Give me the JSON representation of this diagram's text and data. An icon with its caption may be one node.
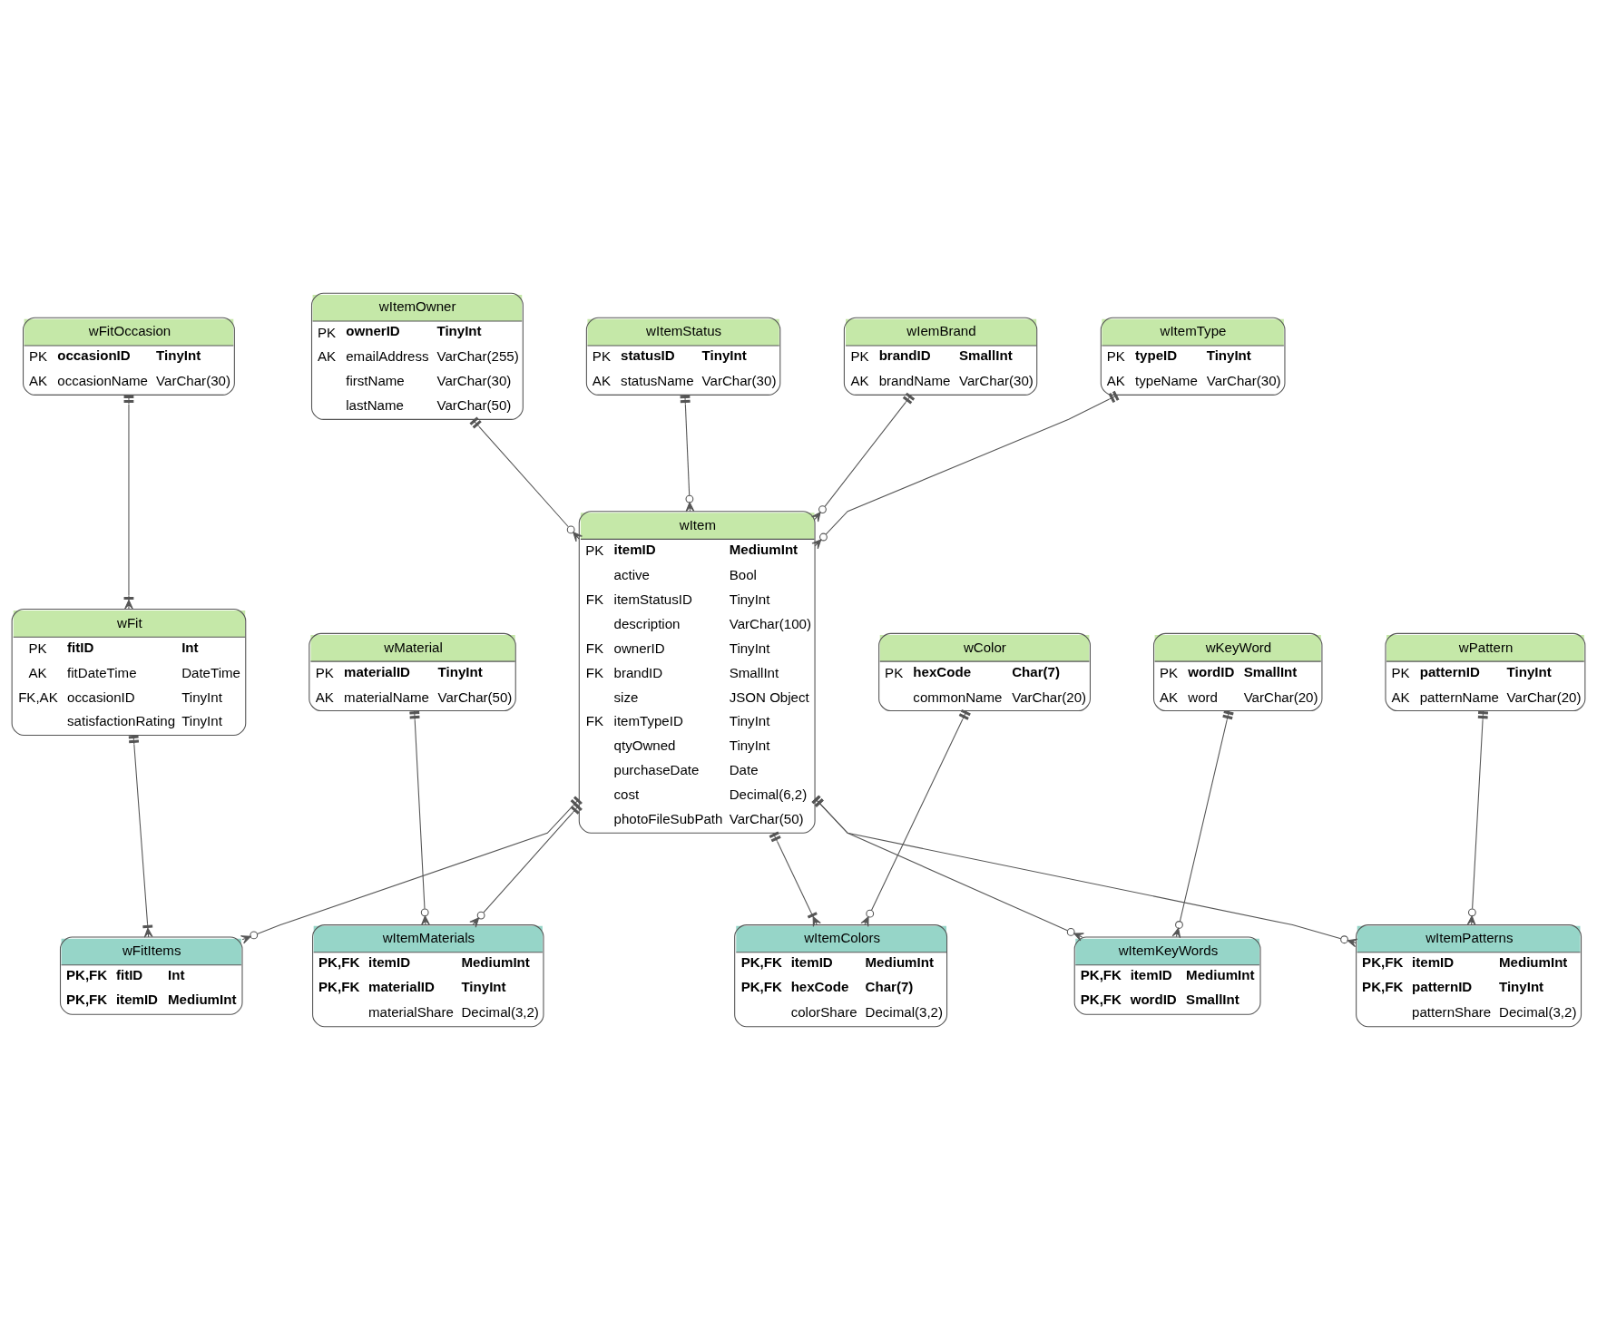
{
  "diagram": {
    "nodes": [
      {
        "text": [
          "wFitOccasion",
          "PK",
          "occasionID",
          "TinyInt",
          "AK",
          "occasionName",
          "VarChar(30)"
        ]
      },
      {
        "text": [
          "wFit",
          "PK",
          "fitID",
          "Int",
          "AK",
          "fitDateTime",
          "DateTime",
          "FK,AK",
          "occasionID",
          "TinyInt",
          "satisfactionRating",
          "TinyInt"
        ]
      },
      {
        "text": [
          "wMaterial",
          "PK",
          "materialID",
          "TinyInt",
          "AK",
          "materialName",
          "VarChar(50)"
        ]
      },
      {
        "text": [
          "wFitItems",
          "PK,FK",
          "fitID",
          "Int",
          "PK,FK",
          "itemID",
          "MediumInt"
        ]
      },
      {
        "text": [
          "wItemStatus",
          "PK",
          "statusID",
          "TinyInt",
          "AK",
          "statusName",
          "VarChar(30)"
        ]
      },
      {
        "text": [
          "wItemMaterials",
          "PK,FK",
          "itemID",
          "MediumInt",
          "PK,FK",
          "materialID",
          "TinyInt",
          "materialShare",
          "Decimal(3,2)"
        ]
      },
      {
        "text": [
          "wItem",
          "PK",
          "itemID",
          "MediumInt",
          "active",
          "Bool",
          "FK",
          "itemStatusID",
          "TinyInt",
          "description",
          "VarChar(100)",
          "FK",
          "ownerID",
          "TinyInt",
          "FK",
          "brandID",
          "SmallInt",
          "size",
          "JSON Object",
          "FK",
          "itemTypeID",
          "TinyInt",
          "qtyOwned",
          "TinyInt",
          "purchaseDate",
          "Date",
          "cost",
          "Decimal(6,2)",
          "photoFileSubPath",
          "VarChar(50)"
        ]
      },
      {
        "text": [
          "wIemBrand",
          "PK",
          "brandID",
          "SmallInt",
          "AK",
          "brandName",
          "VarChar(30)"
        ]
      },
      {
        "text": [
          "wItemColors",
          "PK,FK",
          "itemID",
          "MediumInt",
          "PK,FK",
          "hexCode",
          "Char(7)",
          "colorShare",
          "Decimal(3,2)"
        ]
      },
      {
        "text": [
          "wItemType",
          "PK",
          "typeID",
          "TinyInt",
          "AK",
          "typeName",
          "VarChar(30)"
        ]
      },
      {
        "text": [
          "wColor",
          "PK",
          "hexCode",
          "Char(7)",
          "commonName",
          "VarChar(20)"
        ]
      },
      {
        "text": [
          "wItemKeyWords",
          "PK,FK",
          "itemID",
          "MediumInt",
          "PK,FK",
          "wordID",
          "SmallInt"
        ]
      },
      {
        "text": [
          "wItemPatterns",
          "PK,FK",
          "itemID",
          "MediumInt",
          "PK,FK",
          "patternID",
          "TinyInt",
          "patternShare",
          "Decimal(3,2)"
        ]
      },
      {
        "text": [
          "wItemOwner",
          "PK",
          "ownerID",
          "TinyInt",
          "AK",
          "emailAddress",
          "VarChar(255)",
          "firstName",
          "VarChar(30)",
          "lastName",
          "VarChar(50)"
        ]
      },
      {
        "text": [
          "wKeyWord",
          "PK",
          "wordID",
          "SmallInt",
          "AK",
          "word",
          "VarChar(20)"
        ]
      },
      {
        "text": [
          "wPattern",
          "PK",
          "patternID",
          "TinyInt",
          "AK",
          "patternName",
          "VarChar(20)"
        ]
      }
    ],
    "edges": [
      {
        "from": 0,
        "to": 1,
        "arrow": "other"
      },
      {
        "from": 1,
        "to": 3,
        "arrow": "other"
      },
      {
        "from": 6,
        "to": 3,
        "arrow": "other"
      },
      {
        "from": 4,
        "to": 6,
        "arrow": "other"
      },
      {
        "from": 7,
        "to": 6,
        "arrow": "other"
      },
      {
        "from": 9,
        "to": 6,
        "arrow": "other"
      },
      {
        "from": 6,
        "to": 11,
        "arrow": "other"
      },
      {
        "from": 14,
        "to": 11,
        "arrow": "other"
      },
      {
        "from": 13,
        "to": 6,
        "arrow": "other"
      },
      {
        "from": 6,
        "to": 5,
        "arrow": "other"
      },
      {
        "from": 2,
        "to": 5,
        "arrow": "other"
      },
      {
        "from": 6,
        "to": 8,
        "arrow": "other"
      },
      {
        "from": 10,
        "to": 8,
        "arrow": "other"
      },
      {
        "from": 6,
        "to": 12,
        "arrow": "other"
      },
      {
        "from": 15,
        "to": 12,
        "arrow": "other"
      }
    ]
  }
}
